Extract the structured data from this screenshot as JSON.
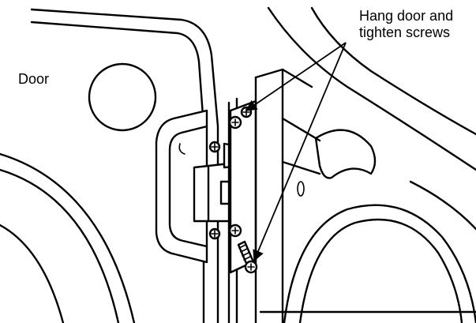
{
  "labels": {
    "door": "Door",
    "hang_line1": "Hang door and",
    "hang_line2": "tighten screws"
  },
  "colors": {
    "line": "#000000",
    "background": "#ffffff"
  }
}
